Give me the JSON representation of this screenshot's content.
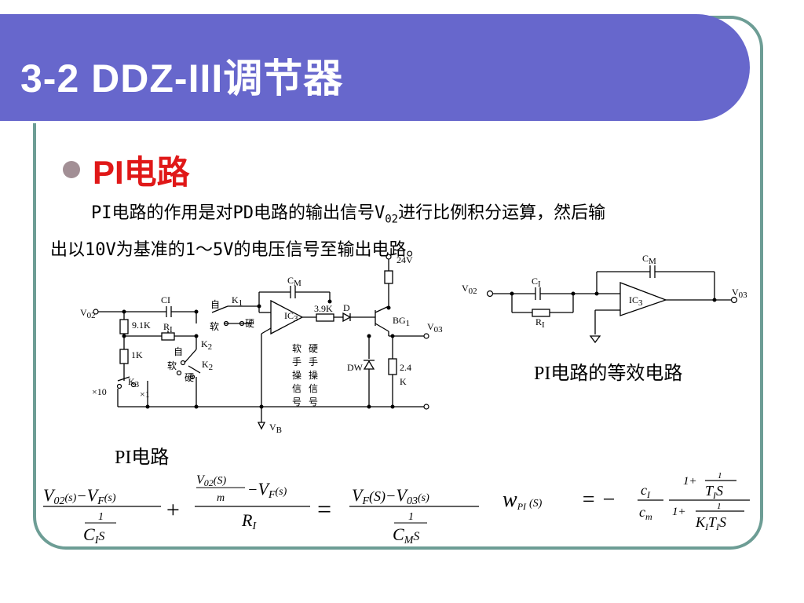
{
  "slide": {
    "title": "3-2  DDZ-III调节器",
    "section_title": "PI电路",
    "paragraph": {
      "line1_before_sub": "PI电路的作用是对PD电路的输出信号V",
      "line1_sub": "02",
      "line1_after_sub": "进行比例积分运算，然后输",
      "line2": "出以10V为基准的1～5V的电压信号至输出电路。"
    },
    "captions": {
      "pi_circuit": "PI电路",
      "equivalent_circuit": "PI电路的等效电路"
    }
  },
  "circuit": {
    "supply": "24V",
    "cm": "C",
    "cm_sub": "M",
    "ci": "CI",
    "v02": "V",
    "v02_sub": "02",
    "v03": "V",
    "v03_sub": "03",
    "vb": "V",
    "vb_sub": "B",
    "r_9k1": "9.1K",
    "ri": "R",
    "ri_sub": "I",
    "r_1k": "1K",
    "k1": "K",
    "k1_sub": "1",
    "k2": "K",
    "k2_sub": "2",
    "k2b": "K",
    "k2b_sub": "2",
    "k3": "K",
    "k3_sub": "3",
    "zi_1": "自",
    "ruan_1": "软",
    "ying_1": "硬",
    "zi_2": "自",
    "ruan_2": "软",
    "ying_2": "硬",
    "x10": "×10",
    "x1": "×1",
    "ic": "IC",
    "ic_sub": "3",
    "r_39k": "3.9K",
    "diode": "D",
    "bg": "BG",
    "bg_sub": "1",
    "dw": "DW",
    "r_24k_a": "2.4",
    "r_24k_b": "K",
    "soft_col": [
      "软",
      "手",
      "操",
      "信",
      "号"
    ],
    "hard_col": [
      "硬",
      "手",
      "操",
      "信",
      "号"
    ]
  },
  "equiv": {
    "cm": "C",
    "cm_sub": "M",
    "ci": "C",
    "ci_sub": "I",
    "v02": "V",
    "v02_sub": "02",
    "v03": "V",
    "v03_sub": "03",
    "ri": "R",
    "ri_sub": "I",
    "ic": "IC",
    "ic_sub": "3"
  },
  "formulas": {
    "eq1": {
      "n1_a": "V",
      "n1_a_sub": "02",
      "n1_a_arg": "(s)",
      "n1_minus": "−",
      "n1_b": "V",
      "n1_b_sub": "F",
      "n1_b_arg": "(s)",
      "d1_one": "1",
      "d1_c": "C",
      "d1_c_sub": "I",
      "d1_s": "S",
      "plus": "+",
      "n2_a": "V",
      "n2_a_sub": "02",
      "n2_a_arg": "(S)",
      "n2_m": "m",
      "n2_minus": "−",
      "n2_b": "V",
      "n2_b_sub": "F",
      "n2_b_arg": "(s)",
      "d2_r": "R",
      "d2_r_sub": "I",
      "equals": "=",
      "n3_a": "V",
      "n3_a_sub": "F",
      "n3_a_arg": "(S)",
      "n3_minus": "−",
      "n3_b": "V",
      "n3_b_sub": "03",
      "n3_b_arg": "(s)",
      "d3_one": "1",
      "d3_c": "C",
      "d3_c_sub": "M",
      "d3_s": "S"
    },
    "eq2": {
      "w": "w",
      "w_sub": "PI",
      "w_arg": "(S)",
      "equals": "= −",
      "f1_n": "c",
      "f1_n_sub": "I",
      "f1_d": "c",
      "f1_d_sub": "m",
      "num_1": "1+",
      "num_one": "1",
      "num_t": "T",
      "num_t_sub": "I",
      "num_s": "S",
      "den_1": "1+",
      "den_one": "1",
      "den_k": "K",
      "den_k_sub": "I",
      "den_t": "T",
      "den_t_sub": "I",
      "den_s": "S"
    }
  }
}
